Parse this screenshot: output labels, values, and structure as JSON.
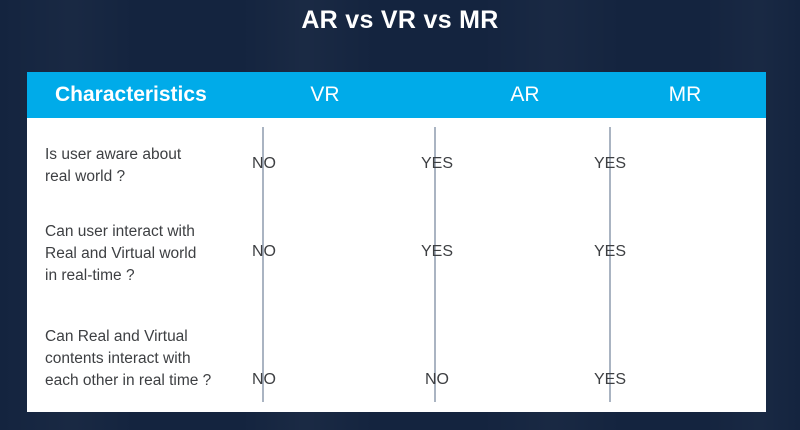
{
  "page": {
    "title": "AR vs VR vs MR",
    "background_color": "#14243f",
    "accent_color": "#00abe9",
    "card_color": "#ffffff",
    "body_text_color": "#3d3f42"
  },
  "table": {
    "headers": [
      {
        "label": "Characteristics"
      },
      {
        "label": "VR"
      },
      {
        "label": "AR"
      },
      {
        "label": "MR"
      }
    ],
    "rows": [
      {
        "question": "Is user aware about\nreal world ?",
        "vr": "NO",
        "ar": "YES",
        "mr": "YES"
      },
      {
        "question": "Can user interact with\nReal and Virtual world\nin real-time ?",
        "vr": "NO",
        "ar": "YES",
        "mr": "YES"
      },
      {
        "question": "Can Real and Virtual\ncontents interact with\neach other in real time ?",
        "vr": "NO",
        "ar": "NO",
        "mr": "YES"
      }
    ]
  }
}
